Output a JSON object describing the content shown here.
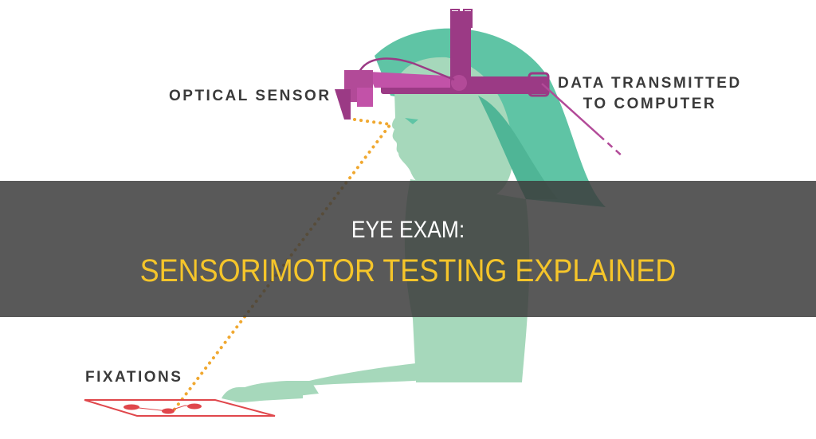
{
  "illustration": {
    "labels": {
      "optical_sensor": "OPTICAL SENSOR",
      "data_transmitted_line1": "DATA TRANSMITTED",
      "data_transmitted_line2": "TO COMPUTER",
      "fixations": "FIXATIONS"
    },
    "colors": {
      "skin": "#a6d8bb",
      "hair": "#5fc4a5",
      "headset": "#9b3a85",
      "headset_light": "#c252a8",
      "gaze_dots": "#f0a830",
      "fixation_plane": "#e0474c",
      "label_text": "#3a3a3a"
    }
  },
  "banner": {
    "title_line1": "EYE EXAM:",
    "title_line2": "SENSORIMOTOR TESTING EXPLAINED",
    "title_line1_color": "#ffffff",
    "title_line2_color": "#f5c52a",
    "background": "#3c3c3c"
  }
}
